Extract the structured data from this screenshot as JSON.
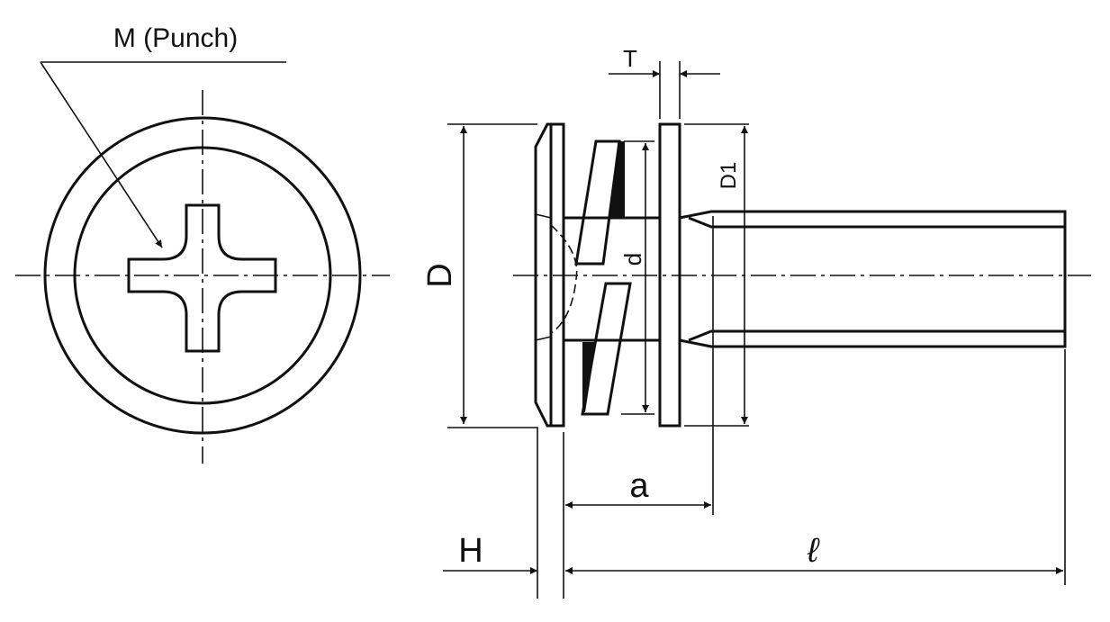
{
  "title": "Pan head screw with spring and flat washer (SEMS) dimension drawing",
  "labels": {
    "punch": "M (Punch)",
    "T": "T",
    "D1": "D1",
    "D": "D",
    "d": "d",
    "a": "a",
    "H": "H",
    "l": "ℓ"
  },
  "colors": {
    "line": "#111111",
    "background": "#ffffff"
  }
}
